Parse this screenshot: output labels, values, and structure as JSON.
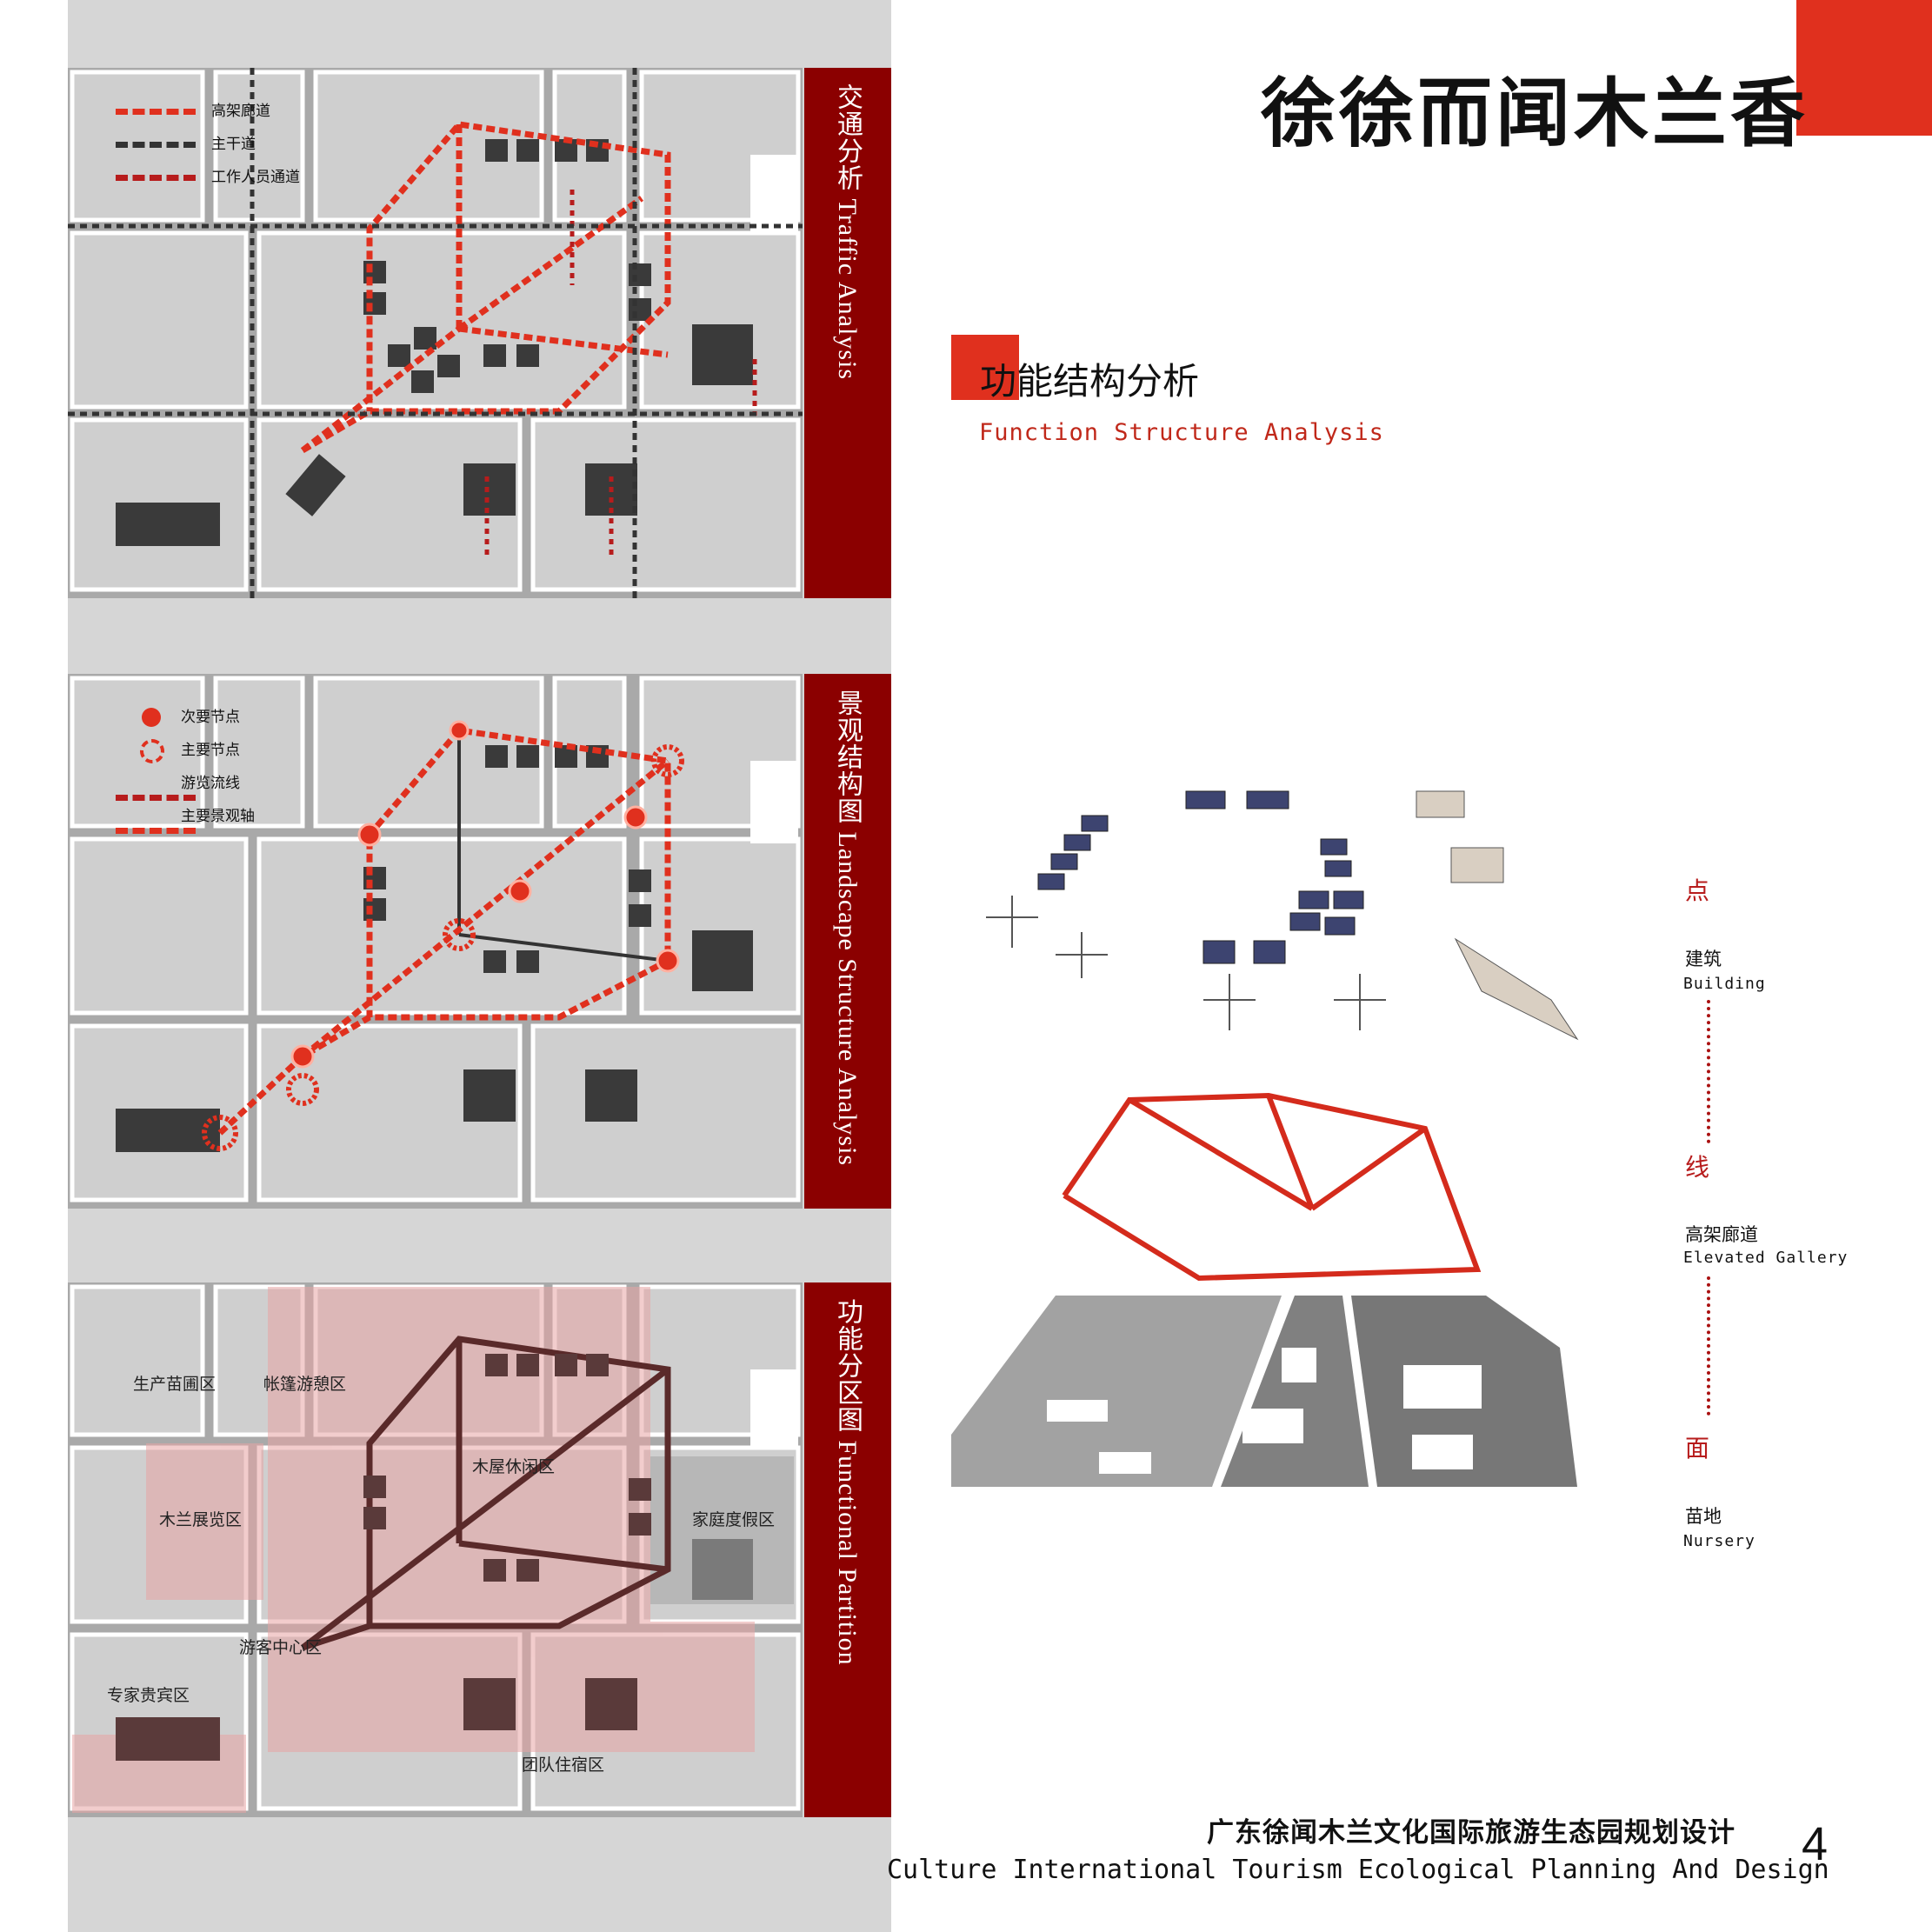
{
  "header": {
    "calligraphy_title": "徐徐而闻木兰香",
    "accent_color": "#e0301e"
  },
  "panels": {
    "traffic": {
      "title_cn": "交通分析",
      "title_en": "Traffic Analysis",
      "legend": [
        {
          "label": "高架廊道",
          "color": "#e0301e",
          "style": "dashed"
        },
        {
          "label": "主干道",
          "color": "#333333",
          "style": "dashed"
        },
        {
          "label": "工作人员通道",
          "color": "#b71c1c",
          "style": "dashed"
        }
      ]
    },
    "landscape": {
      "title_cn": "景观结构图",
      "title_en": "Landscape Structure Analysis",
      "legend": [
        {
          "label": "次要节点",
          "color": "#e0301e",
          "style": "dot"
        },
        {
          "label": "主要节点",
          "color": "#e0301e",
          "style": "ring"
        },
        {
          "label": "游览流线",
          "color": "#b71c1c",
          "style": "dashed"
        },
        {
          "label": "主要景观轴",
          "color": "#e0301e",
          "style": "dashed"
        }
      ]
    },
    "function": {
      "title_cn": "功能分区图",
      "title_en": "Functional Partition",
      "zones": [
        "生产苗圃区",
        "帐篷游憩区",
        "木屋休闲区",
        "木兰展览区",
        "家庭度假区",
        "游客中心区",
        "专家贵宾区",
        "团队住宿区"
      ]
    }
  },
  "section": {
    "title_cn": "功能结构分析",
    "title_en": "Function Structure Analysis"
  },
  "structure_levels": [
    {
      "char": "点",
      "label_cn": "建筑",
      "label_en": "Building"
    },
    {
      "char": "线",
      "label_cn": "高架廊道",
      "label_en": "Elevated Gallery"
    },
    {
      "char": "面",
      "label_cn": "苗地",
      "label_en": "Nursery"
    }
  ],
  "footer": {
    "project_cn": "广东徐闻木兰文化国际旅游生态园规划设计",
    "project_en": "Culture International Tourism Ecological Planning And Design",
    "page_number": "4"
  },
  "strip_color": "#8b0000"
}
